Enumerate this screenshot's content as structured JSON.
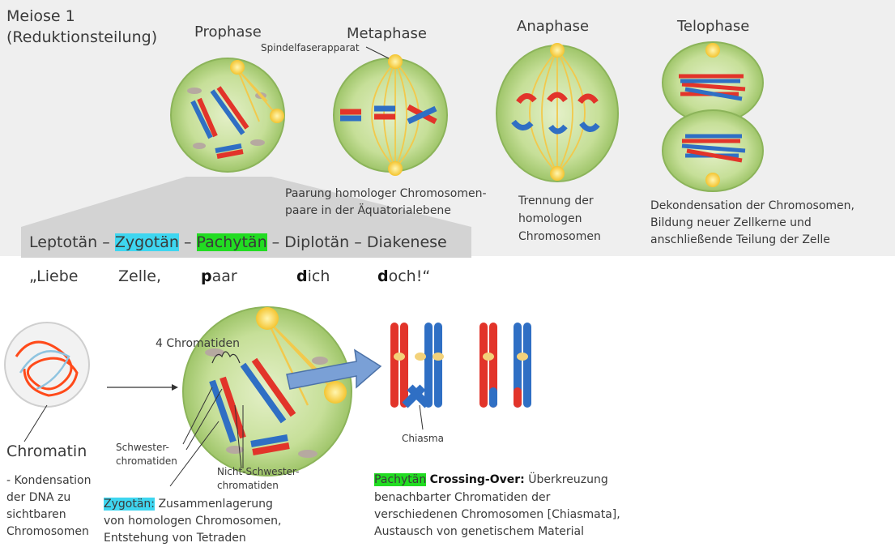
{
  "title": {
    "line1": "Meiose 1",
    "line2": "(Reduktionsteilung)"
  },
  "phases": {
    "prophase": "Prophase",
    "metaphase": "Metaphase",
    "anaphase": "Anaphase",
    "telophase": "Telophase"
  },
  "labels": {
    "spindel": "Spindelfaserapparat",
    "metaphase_caption": [
      "Paarung homologer Chromosomen-",
      "paare in der Äquatorialebene"
    ],
    "anaphase_caption": [
      "Trennung der",
      "homologen",
      "Chromosomen"
    ],
    "telophase_caption": [
      "Dekondensation der Chromosomen,",
      "Bildung neuer Zellkerne und",
      "anschließende Teilung der Zelle"
    ]
  },
  "stages": {
    "leptotaen": "Leptotän",
    "zygotaen": "Zygotän",
    "pachytaen": "Pachytän",
    "diplotaen": "Diplotän",
    "diakenese": "Diakenese",
    "dash1": "–",
    "dash2": "–",
    "dash3": "–",
    "dash4": "–"
  },
  "mnemonic": {
    "w1": "„Liebe",
    "w2": "Zelle,",
    "w3_first": "p",
    "w3_rest": "aar",
    "w4_first": "d",
    "w4_rest": "ich",
    "w5_first": "d",
    "w5_rest": "och!“"
  },
  "bottom": {
    "chromatin": "Chromatin",
    "chromatin_desc": [
      "- Kondensation",
      "der DNA zu",
      "sichtbaren",
      "Chromosomen"
    ],
    "chromatiden": "4 Chromatiden",
    "schwester": [
      "Schwester-",
      "chromatiden"
    ],
    "nicht_schwester": [
      "Nicht-Schwester-",
      "chromatiden"
    ],
    "zygotaen_tag": "Zygotän:",
    "zygotaen_text": [
      " Zusammenlagerung",
      "von homologen Chromosomen,",
      "Entstehung von Tetraden"
    ],
    "chiasma": "Chiasma",
    "pachytaen_tag": "Pachytän",
    "crossing_over": "Crossing-Over:",
    "pachytaen_text": [
      " Überkreuzung",
      "benachbarter Chromatiden der",
      "verschiedenen Chromosomen [Chiasmata],",
      "Austausch von genetischem Material"
    ]
  },
  "colors": {
    "cell": "#b9d98a",
    "chrom_red": "#e2342a",
    "chrom_blue": "#2f6fc4",
    "highlight_cyan": "#3ed6f0",
    "highlight_green": "#22dc22",
    "spindle": "#f2c94c"
  }
}
